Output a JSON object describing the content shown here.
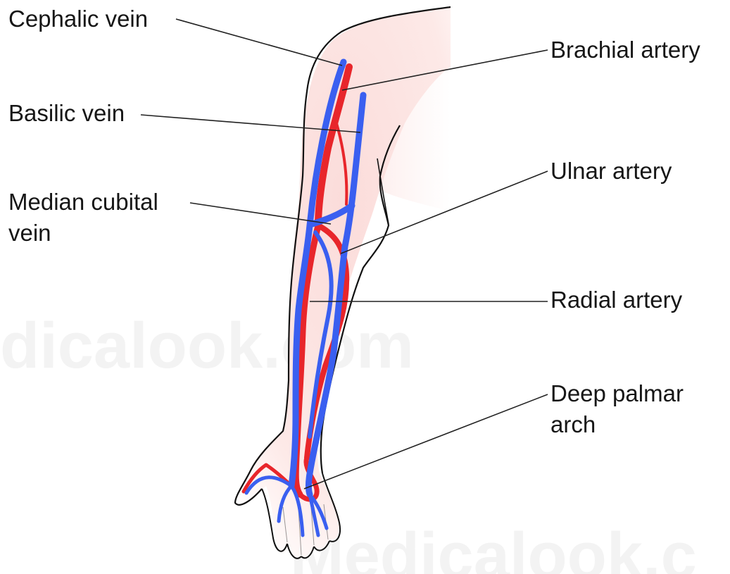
{
  "watermark": {
    "text_middle": "dicalook.com",
    "text_bottom": "Medicalook.c"
  },
  "labels": {
    "cephalic_vein": "Cephalic vein",
    "basilic_vein": "Basilic vein",
    "median_cubital_vein_line1": "Median cubital",
    "median_cubital_vein_line2": "vein",
    "brachial_artery": "Brachial artery",
    "ulnar_artery": "Ulnar artery",
    "radial_artery": "Radial artery",
    "deep_palmar_arch_line1": "Deep palmar",
    "deep_palmar_arch_line2": "arch"
  },
  "colors": {
    "artery": "#e8262b",
    "vein": "#3a5ff0",
    "skin": "#fbe3e1",
    "outline": "#111111",
    "leader_line": "#222222",
    "watermark": "#f3f3f3"
  }
}
